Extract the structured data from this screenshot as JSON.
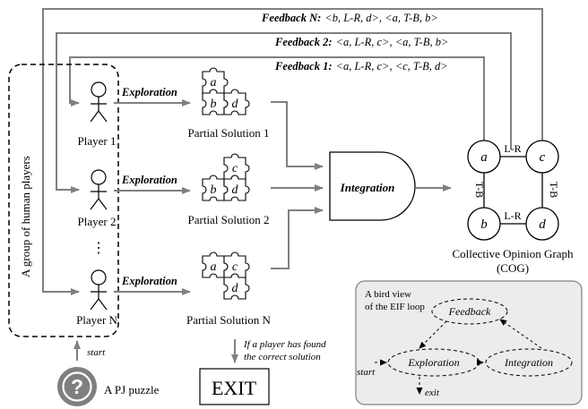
{
  "feedback": [
    {
      "label": "Feedback N:",
      "tuples": "<b, L-R, d>, <a, T-B, b>"
    },
    {
      "label": "Feedback 2:",
      "tuples": "<a, L-R, c>, <a, T-B, b>"
    },
    {
      "label": "Feedback 1:",
      "tuples": "<a, L-R, c>, <c, T-B, d>"
    }
  ],
  "group_label": "A group of human players",
  "players": [
    "Player 1",
    "Player 2",
    "Player N"
  ],
  "ellipsis": "⋮",
  "exploration_label": "Exploration",
  "partial_solutions": [
    "Partial Solution 1",
    "Partial Solution 2",
    "Partial Solution N"
  ],
  "puzzle_pieces": {
    "ps1": [
      "a",
      "b",
      "d"
    ],
    "ps2": [
      "c",
      "b",
      "d"
    ],
    "psN": [
      "a",
      "c",
      "d"
    ]
  },
  "integration_label": "Integration",
  "cog": {
    "nodes": [
      "a",
      "c",
      "b",
      "d"
    ],
    "edge_top": "L-R",
    "edge_bottom": "L-R",
    "edge_left": "T-B",
    "edge_right": "T-B",
    "caption_line1": "Collective Opinion Graph",
    "caption_line2": "(COG)"
  },
  "start_label": "start",
  "puzzle_icon_glyph": "?",
  "puzzle_label": "A PJ puzzle",
  "exit_note_line1": "If a player has found",
  "exit_note_line2": "the correct solution",
  "exit_label": "EXIT",
  "birdview": {
    "title_line1": "A bird view",
    "title_line2": "of the EIF loop",
    "feedback": "Feedback",
    "exploration": "Exploration",
    "integration": "Integration",
    "start": "start",
    "exit": "exit"
  },
  "colors": {
    "arrow": "#808080",
    "line": "#000000",
    "panel_bg": "#ececec",
    "icon_bg": "#7f7f7f"
  }
}
